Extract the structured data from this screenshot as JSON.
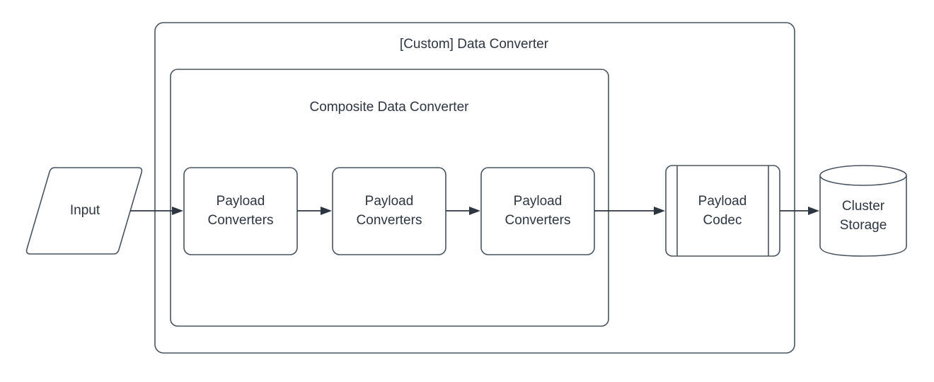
{
  "diagram": {
    "type": "flow-diagram",
    "background_color": "#ffffff",
    "stroke_color": "#49545f",
    "text_color": "#2d3640",
    "containers": [
      {
        "id": "custom-data-converter",
        "title": "[Custom] Data Converter",
        "shape": "rounded-rectangle"
      },
      {
        "id": "composite-data-converter",
        "title": "Composite Data Converter",
        "shape": "rounded-rectangle"
      }
    ],
    "nodes": [
      {
        "id": "input",
        "shape": "parallelogram",
        "label_line1": "Input",
        "label_line2": ""
      },
      {
        "id": "payload-converters-1",
        "shape": "rounded-rectangle",
        "label_line1": "Payload",
        "label_line2": "Converters"
      },
      {
        "id": "payload-converters-2",
        "shape": "rounded-rectangle",
        "label_line1": "Payload",
        "label_line2": "Converters"
      },
      {
        "id": "payload-converters-3",
        "shape": "rounded-rectangle",
        "label_line1": "Payload",
        "label_line2": "Converters"
      },
      {
        "id": "payload-codec",
        "shape": "process",
        "label_line1": "Payload",
        "label_line2": "Codec"
      },
      {
        "id": "cluster-storage",
        "shape": "cylinder",
        "label_line1": "Cluster",
        "label_line2": "Storage"
      }
    ],
    "edges": [
      {
        "id": "edge-input-to-pc1",
        "from": "input",
        "to": "payload-converters-1",
        "arrow": "single"
      },
      {
        "id": "edge-pc1-to-pc2",
        "from": "payload-converters-1",
        "to": "payload-converters-2",
        "arrow": "single"
      },
      {
        "id": "edge-pc2-to-pc3",
        "from": "payload-converters-2",
        "to": "payload-converters-3",
        "arrow": "single"
      },
      {
        "id": "edge-pc3-to-codec",
        "from": "payload-converters-3",
        "to": "payload-codec",
        "arrow": "single"
      },
      {
        "id": "edge-codec-to-storage",
        "from": "payload-codec",
        "to": "cluster-storage",
        "arrow": "single"
      }
    ]
  }
}
